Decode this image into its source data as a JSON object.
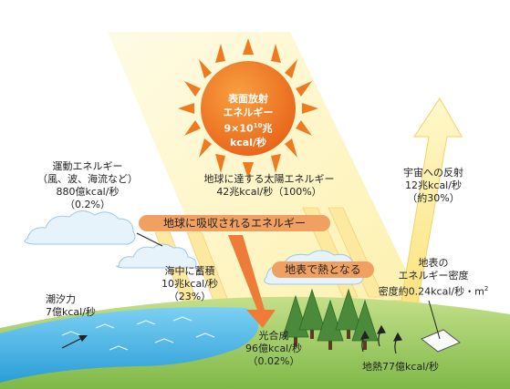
{
  "sun": {
    "label_lines": [
      "表面放射",
      "エネルギー",
      "9×10",
      "10",
      "兆",
      "kcal/秒"
    ]
  },
  "labels": {
    "kinetic": [
      "運動エネルギー",
      "（風、波、海流など）",
      "880億kcal/秒",
      "（0.2%）"
    ],
    "reach": [
      "地球に達する太陽エネルギー",
      "42兆kcal/秒（100%）"
    ],
    "reflect": [
      "宇宙への反射",
      "12兆kcal/秒",
      "（約30%）"
    ],
    "storage": [
      "海中に蓄積",
      "10兆kcal/秒",
      "（23%）"
    ],
    "tide": [
      "潮汐力",
      "7億kcal/秒"
    ],
    "photosynthesis": [
      "光合成",
      "96億kcal/秒",
      "（0.02%）"
    ],
    "density": [
      "地表の",
      "エネルギー密度",
      "密度約0.24kcal/秒・m",
      "2"
    ],
    "geothermal": "地熱77億kcal/秒"
  },
  "bands": {
    "absorbed": "地球に吸収されるエネルギー",
    "heat": "地表で熱となる"
  },
  "colors": {
    "sun": "#f07a1e",
    "beam": "#fdf3b0",
    "arrow": "#fbe98a",
    "band": "#f0a060",
    "ocean": "#4fb6e6",
    "land": "#a8cf6a",
    "tree": "#4a8a3a"
  }
}
